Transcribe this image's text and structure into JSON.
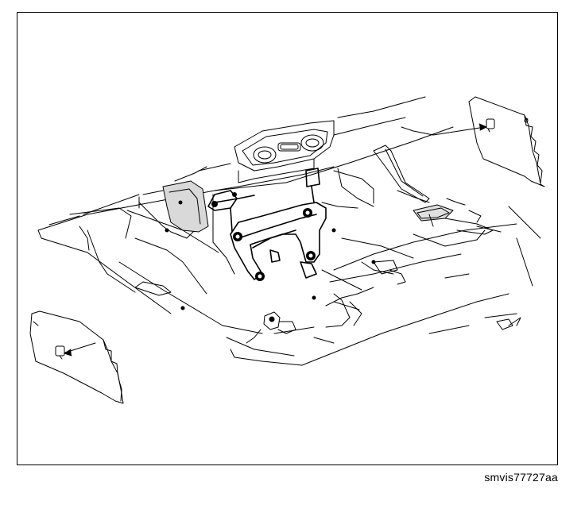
{
  "figure": {
    "caption": "smvis77727aa",
    "parts": [
      "console-support-bracket",
      "hvac-control-panel",
      "left-insulator-panel",
      "right-insulator-panel",
      "floor-pan",
      "transmission-tunnel"
    ]
  },
  "colors": {
    "line": "#000000",
    "background": "#ffffff",
    "shade": "#e6e6e6"
  }
}
